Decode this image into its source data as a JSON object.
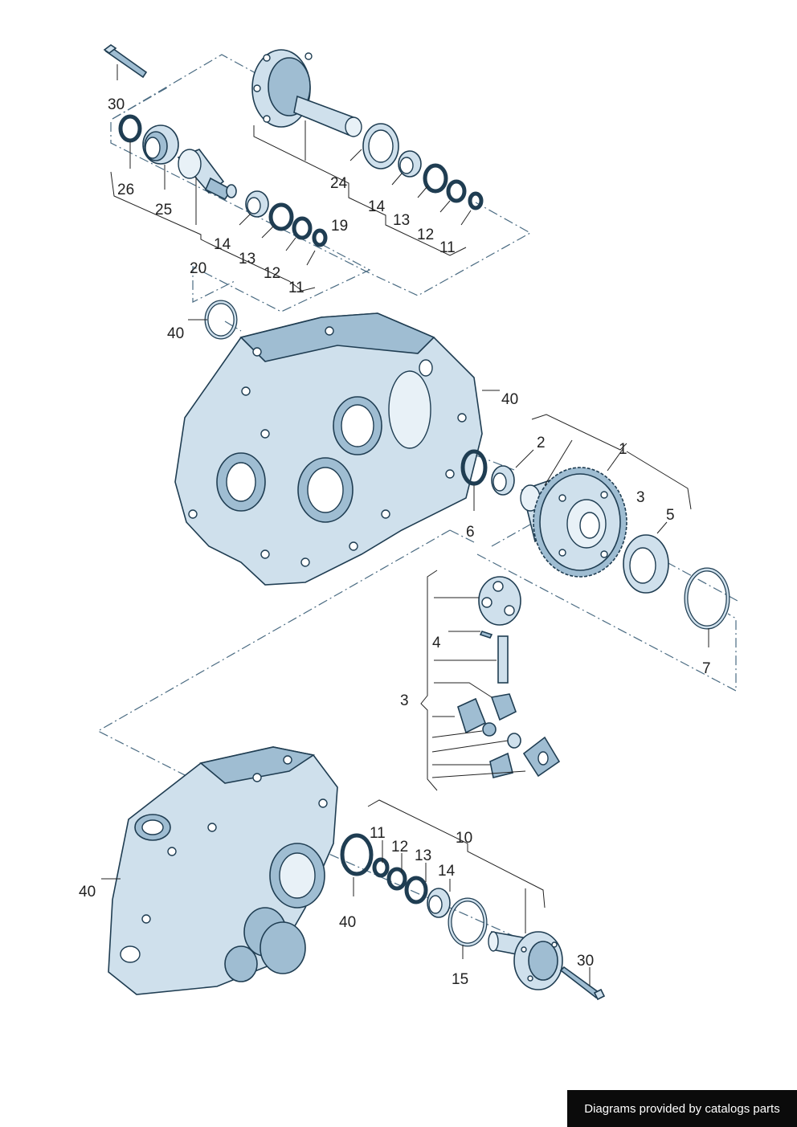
{
  "labels": {
    "l30a": "30",
    "l26": "26",
    "l25": "25",
    "l20": "20",
    "l14a": "14",
    "l13a": "13",
    "l12a": "12",
    "l11a": "11",
    "l19": "19",
    "l24": "24",
    "l14b": "14",
    "l13b": "13",
    "l12b": "12",
    "l11b": "11",
    "l40a": "40",
    "l40b": "40",
    "l2": "2",
    "l1": "1",
    "l3a": "3",
    "l5": "5",
    "l6": "6",
    "l7": "7",
    "l4": "4",
    "l3b": "3",
    "l40c": "40",
    "l40d": "40",
    "l11c": "11",
    "l12c": "12",
    "l13c": "13",
    "l14c": "14",
    "l10": "10",
    "l15": "15",
    "l30b": "30"
  },
  "watermark": "Diagrams provided by catalogs parts",
  "colors": {
    "part_fill": "#cfe0ec",
    "outline": "#1f3d52",
    "dash_line": "#4a6b82"
  }
}
